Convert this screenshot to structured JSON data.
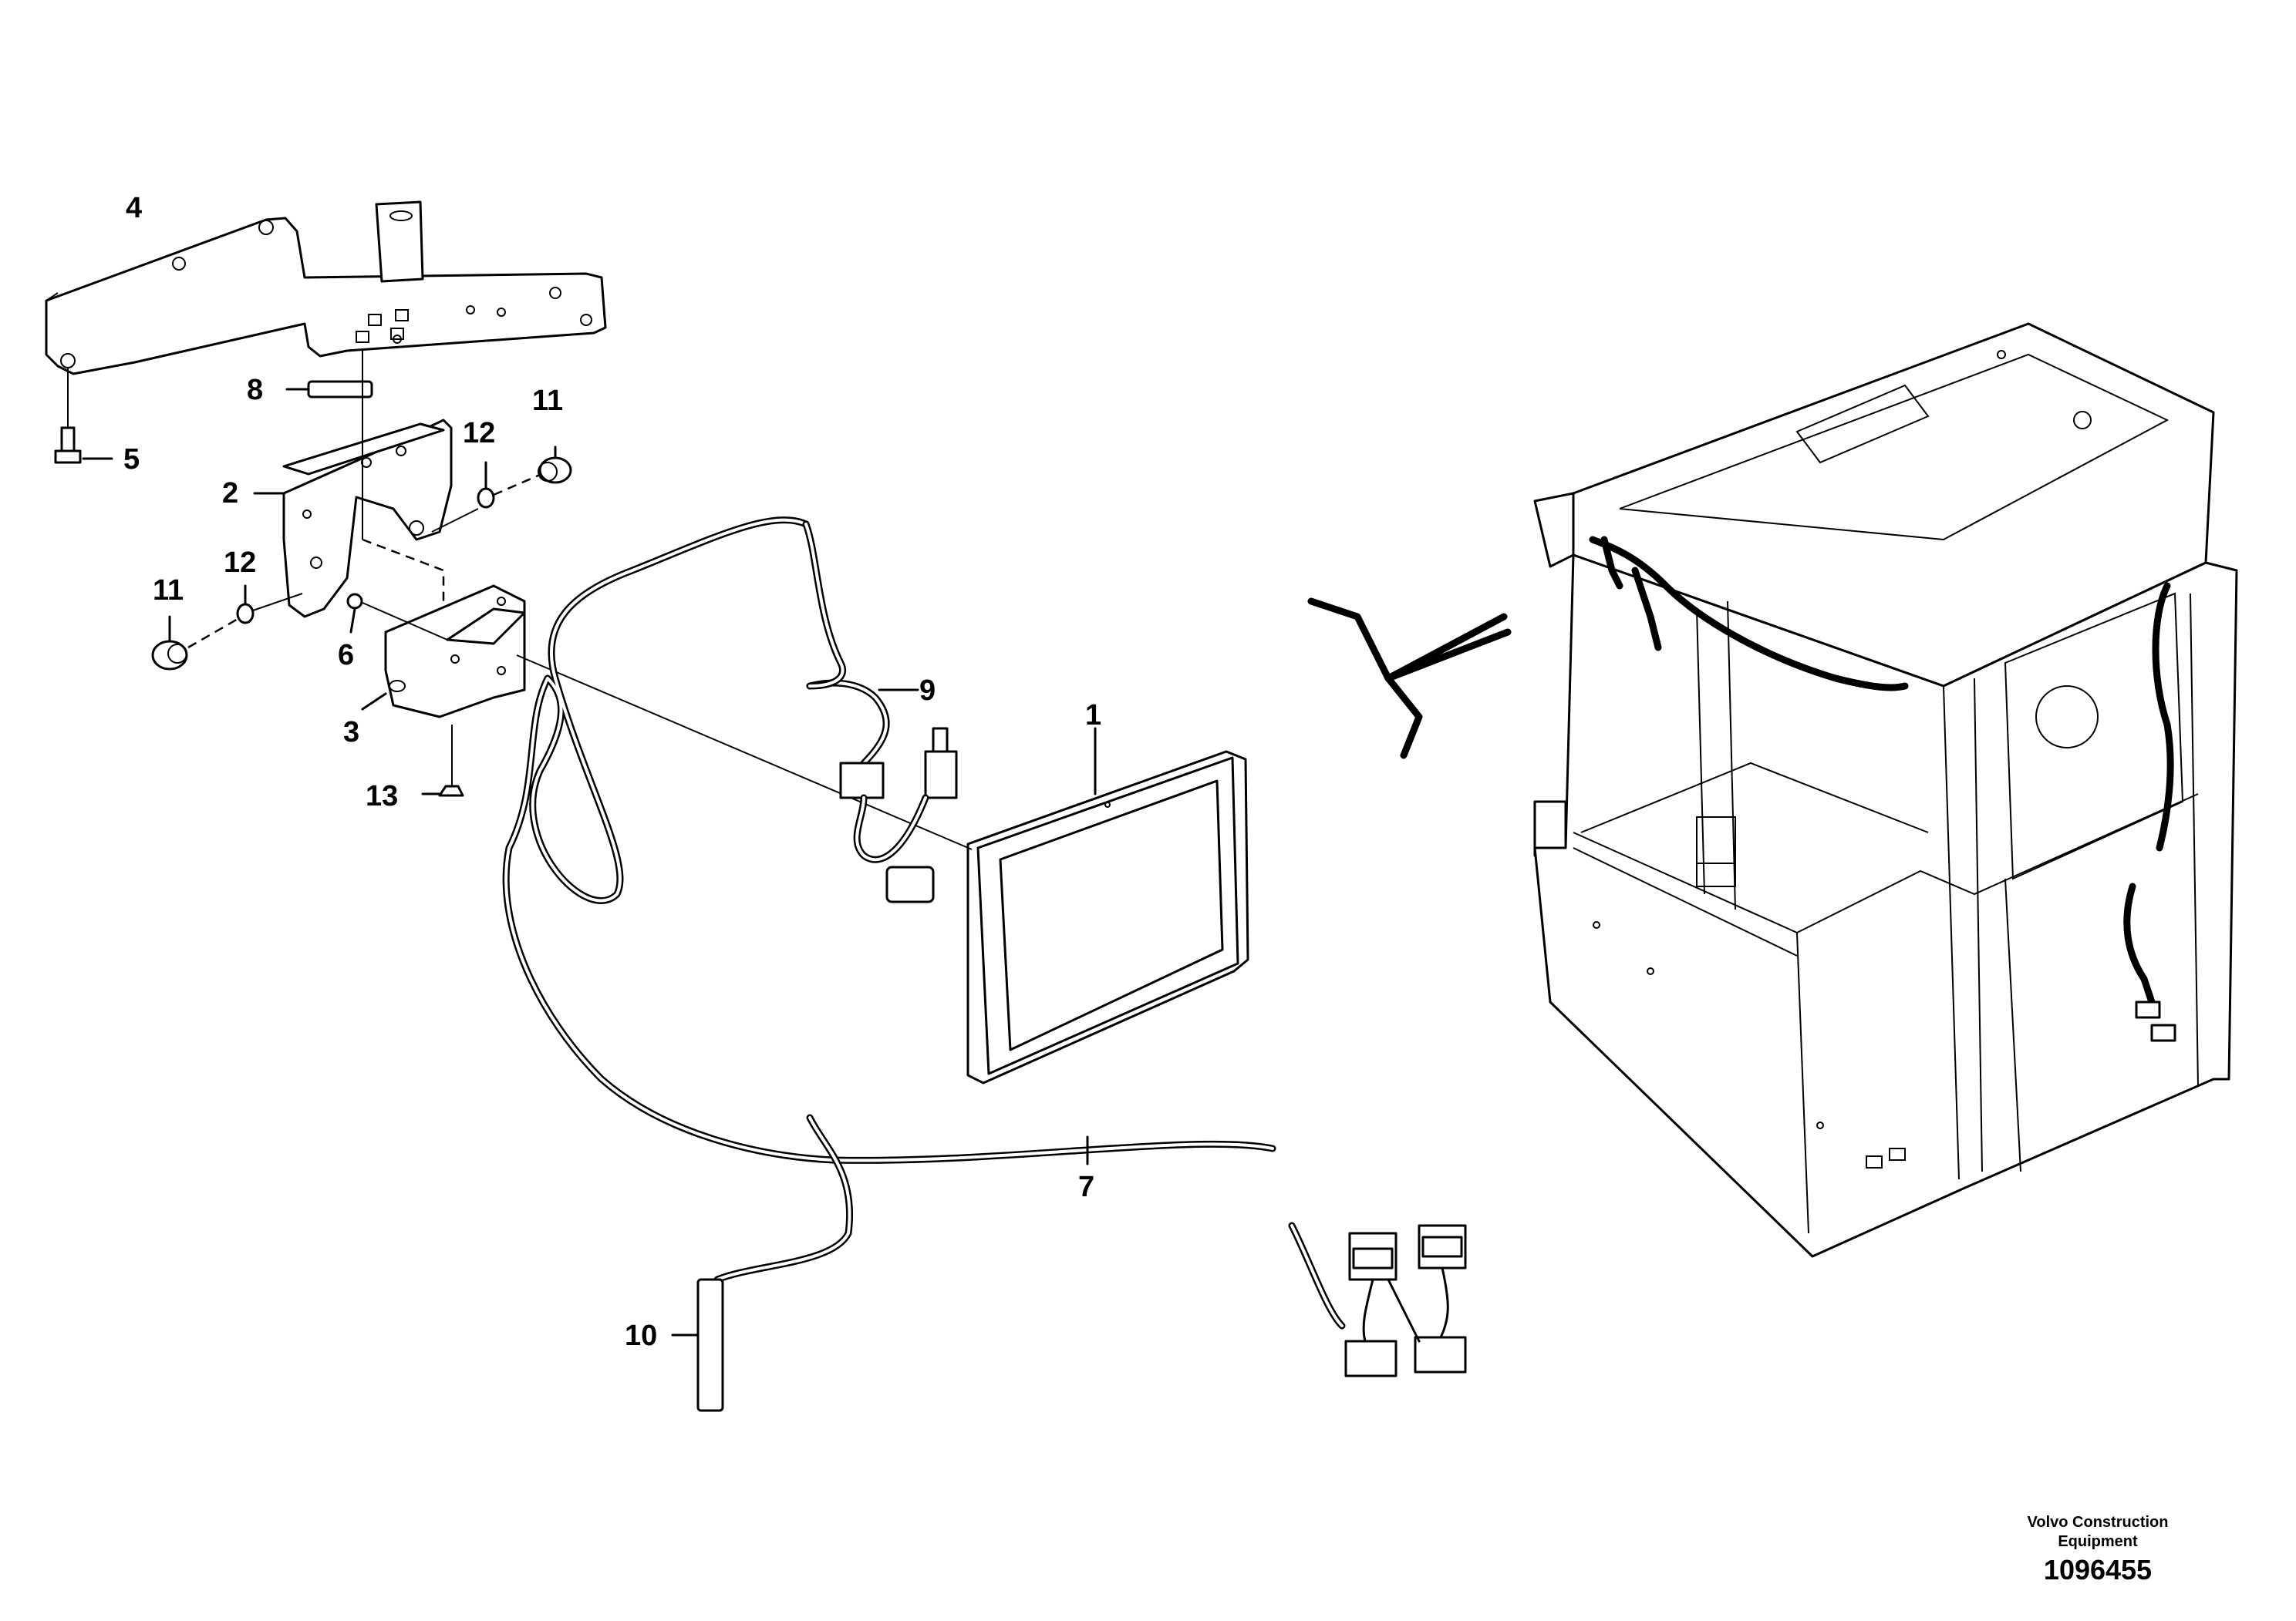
{
  "diagram": {
    "callouts": [
      {
        "id": "c1",
        "label": "1"
      },
      {
        "id": "c2",
        "label": "2"
      },
      {
        "id": "c3",
        "label": "3"
      },
      {
        "id": "c4",
        "label": "4"
      },
      {
        "id": "c5",
        "label": "5"
      },
      {
        "id": "c6",
        "label": "6"
      },
      {
        "id": "c7",
        "label": "7"
      },
      {
        "id": "c8",
        "label": "8"
      },
      {
        "id": "c9",
        "label": "9"
      },
      {
        "id": "c10",
        "label": "10"
      },
      {
        "id": "c11a",
        "label": "11"
      },
      {
        "id": "c11b",
        "label": "11"
      },
      {
        "id": "c12a",
        "label": "12"
      },
      {
        "id": "c12b",
        "label": "12"
      },
      {
        "id": "c13",
        "label": "13"
      }
    ]
  },
  "footer": {
    "company_line1": "Volvo Construction",
    "company_line2": "Equipment",
    "drawing_number": "1096455"
  }
}
